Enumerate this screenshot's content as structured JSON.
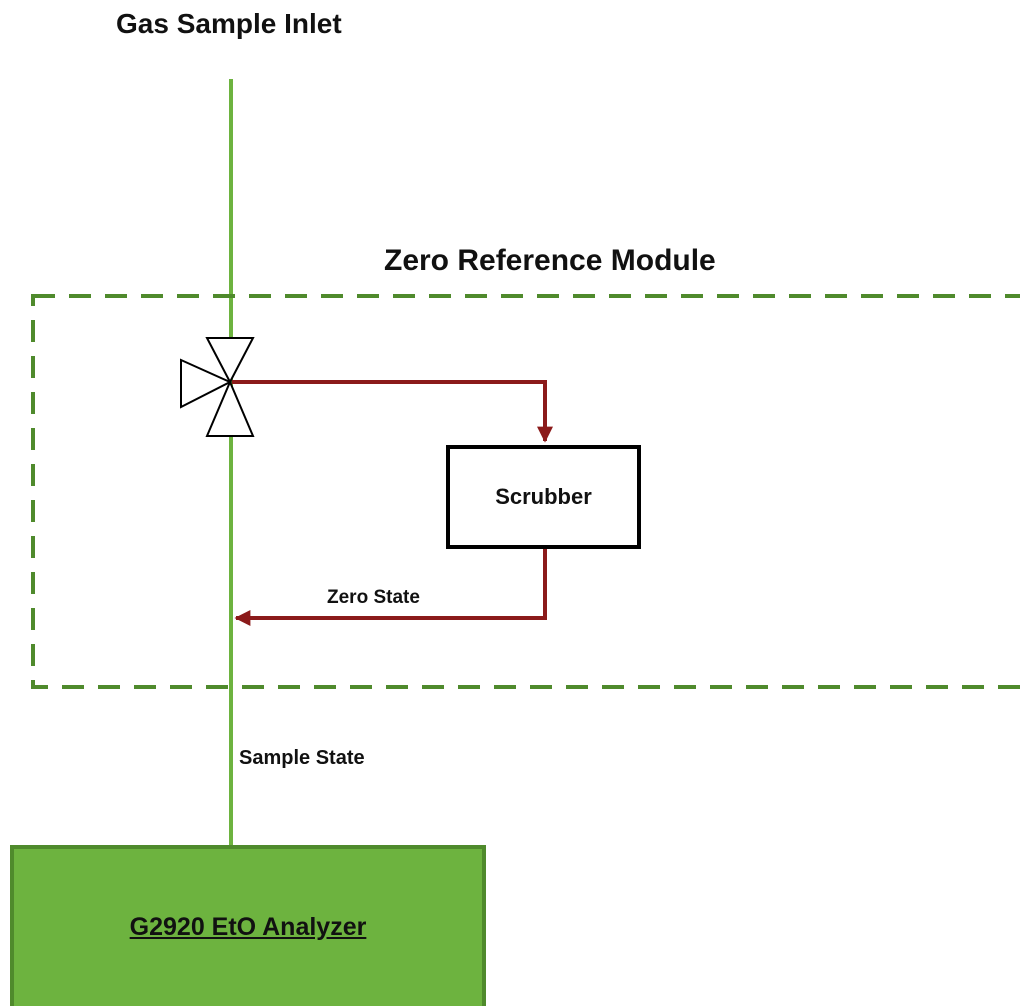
{
  "labels": {
    "inlet": "Gas Sample Inlet",
    "module": "Zero Reference Module",
    "scrubber": "Scrubber",
    "zero_state": "Zero State",
    "sample_state": "Sample State",
    "analyzer": "G2920 EtO Analyzer"
  },
  "colors": {
    "sample_line": "#6db33f",
    "zero_line": "#8b1a1a",
    "module_border": "#4f8a2c",
    "analyzer_fill": "#6db33f",
    "analyzer_border": "#4f8a2c",
    "valve": "#000000",
    "scrubber_border": "#000000"
  }
}
